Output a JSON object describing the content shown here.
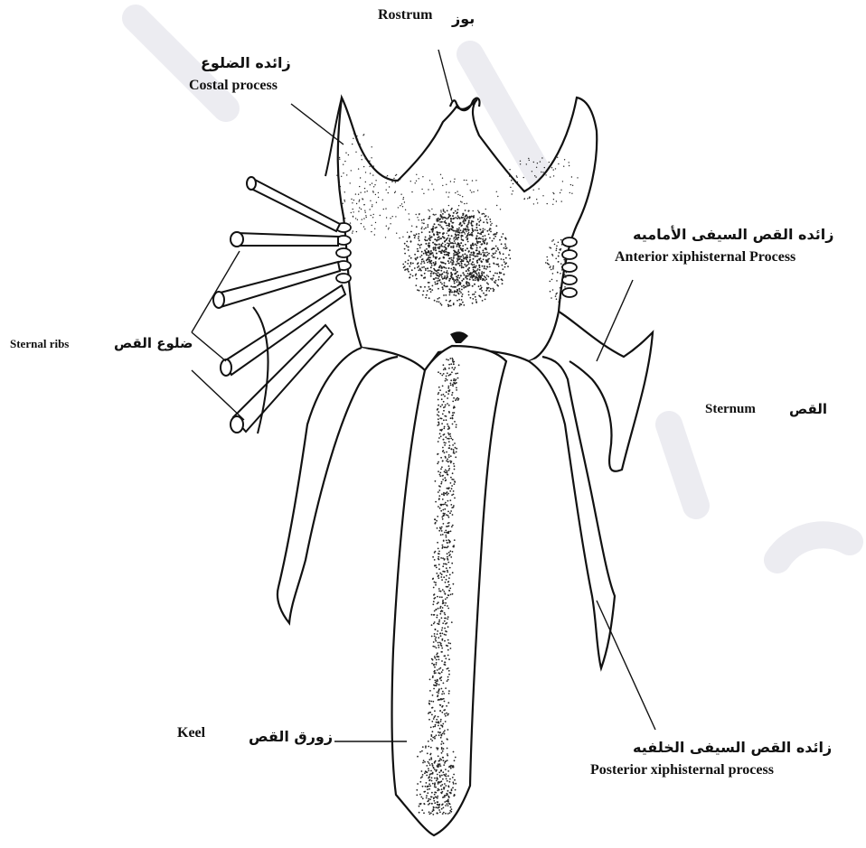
{
  "labels": {
    "rostrum": {
      "ar": "بوز",
      "en": "Rostrum"
    },
    "costal_process": {
      "ar": "زائده الضلوع",
      "en": "Costal process"
    },
    "anterior_xiphisternal": {
      "ar": "زائده القص السيفى الأماميه",
      "en": "Anterior xiphisternal Process"
    },
    "sternal_ribs": {
      "ar": "ضلوع القص",
      "en": "Sternal ribs"
    },
    "sternum": {
      "ar": "القص",
      "en": "Sternum"
    },
    "keel": {
      "ar": "زورق القص",
      "en": "Keel"
    },
    "posterior_xiphisternal": {
      "ar": "زائده القص السيفى الخلفيه",
      "en": "Posterior xiphisternal process"
    }
  },
  "colors": {
    "ink": "#111111",
    "bone": "#ffffff",
    "watermark": "#e9e9ee"
  }
}
